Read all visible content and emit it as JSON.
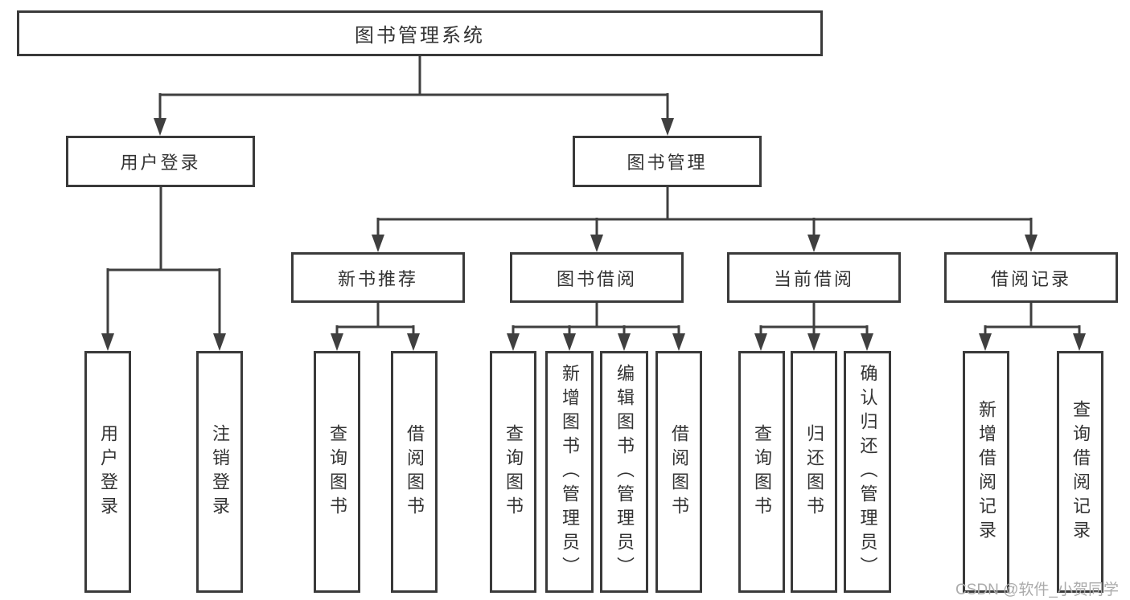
{
  "colors": {
    "background": "#ffffff",
    "box_border": "#3a3a3a",
    "connector_line": "#3f3f3f",
    "text": "#333333",
    "watermark_text": "#ababab"
  },
  "tree": {
    "root": {
      "label": "图书管理系统"
    },
    "level2": [
      {
        "label": "用户登录"
      },
      {
        "label": "图书管理"
      }
    ],
    "level3": [
      {
        "label": "新书推荐",
        "parent": "图书管理"
      },
      {
        "label": "图书借阅",
        "parent": "图书管理"
      },
      {
        "label": "当前借阅",
        "parent": "图书管理"
      },
      {
        "label": "借阅记录",
        "parent": "图书管理"
      }
    ],
    "leaves": [
      {
        "label": "用户登录",
        "parent": "用户登录"
      },
      {
        "label": "注销登录",
        "parent": "用户登录"
      },
      {
        "label": "查询图书",
        "parent": "新书推荐"
      },
      {
        "label": "借阅图书",
        "parent": "新书推荐"
      },
      {
        "label": "查询图书",
        "parent": "图书借阅"
      },
      {
        "label": "新增图书（管理员）",
        "parent": "图书借阅"
      },
      {
        "label": "编辑图书（管理员）",
        "parent": "图书借阅"
      },
      {
        "label": "借阅图书",
        "parent": "图书借阅"
      },
      {
        "label": "查询图书",
        "parent": "当前借阅"
      },
      {
        "label": "归还图书",
        "parent": "当前借阅"
      },
      {
        "label": "确认归还（管理员）",
        "parent": "当前借阅"
      },
      {
        "label": "新增借阅记录",
        "parent": "借阅记录"
      },
      {
        "label": "查询借阅记录",
        "parent": "借阅记录"
      }
    ]
  },
  "watermark": {
    "text": "CSDN @软件_小贺同学"
  }
}
